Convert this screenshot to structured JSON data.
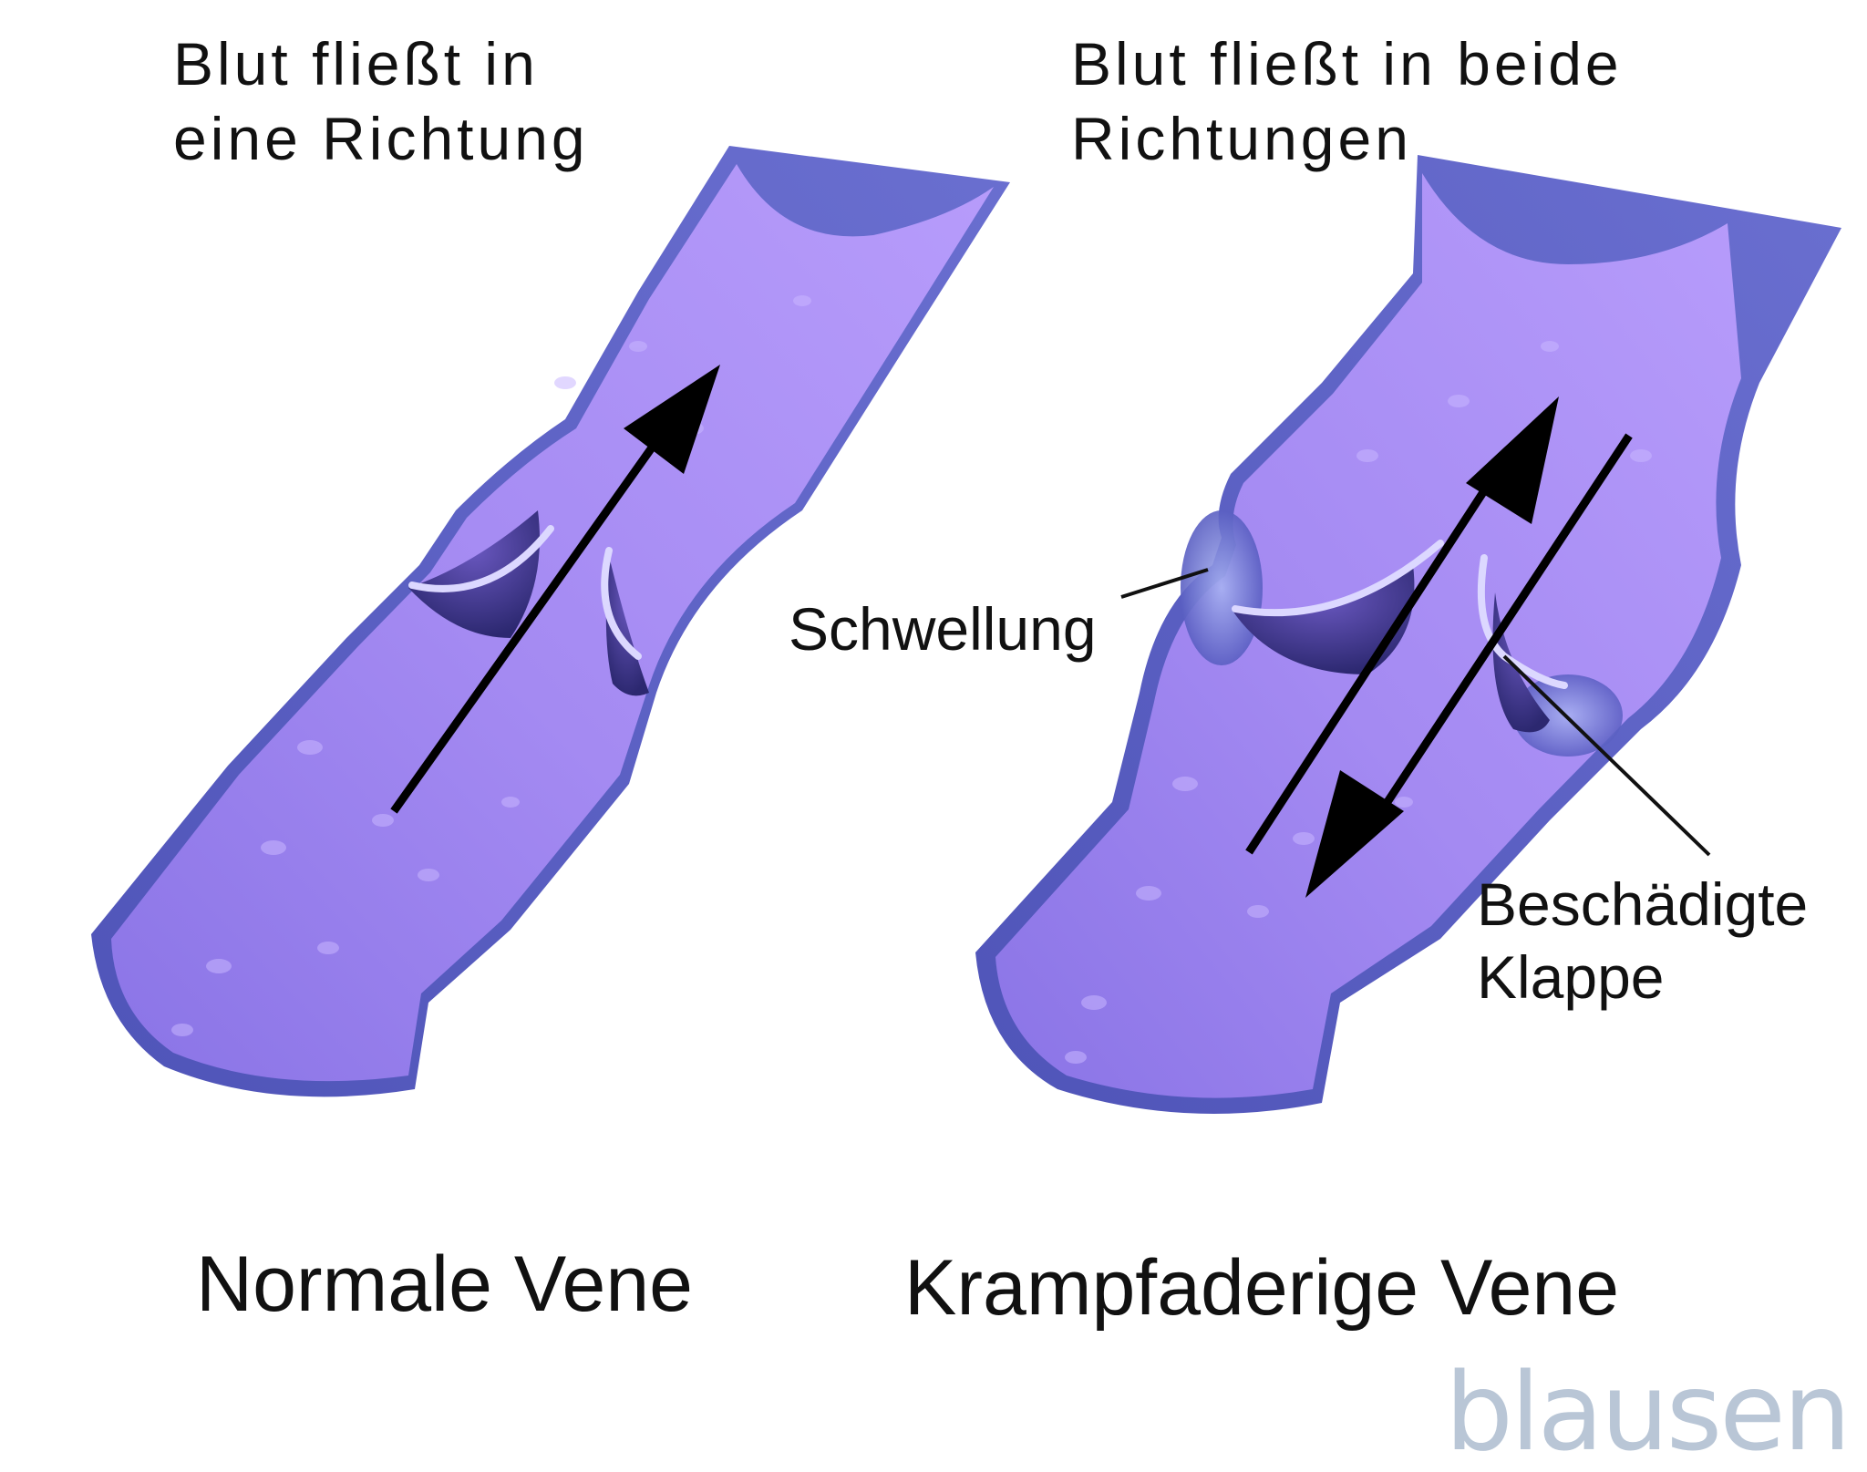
{
  "headings": {
    "normal_line1": "Blut fließt in",
    "normal_line2": "eine Richtung",
    "varicose_line1": "Blut fließt in beide",
    "varicose_line2": "Richtungen"
  },
  "callouts": {
    "swelling": "Schwellung",
    "damaged_line1": "Beschädigte",
    "damaged_line2": "Klappe"
  },
  "captions": {
    "normal": "Normale Vene",
    "varicose": "Krampfaderige Vene"
  },
  "logo": "blausen",
  "colors": {
    "vein_outer": "#5a5fc2",
    "vein_inner": "#9a82ee",
    "vein_highlight": "#c7b2ff",
    "valve_flap": "#d8d4ff",
    "arrow": "#000000",
    "logo": "#b9c6d6"
  }
}
